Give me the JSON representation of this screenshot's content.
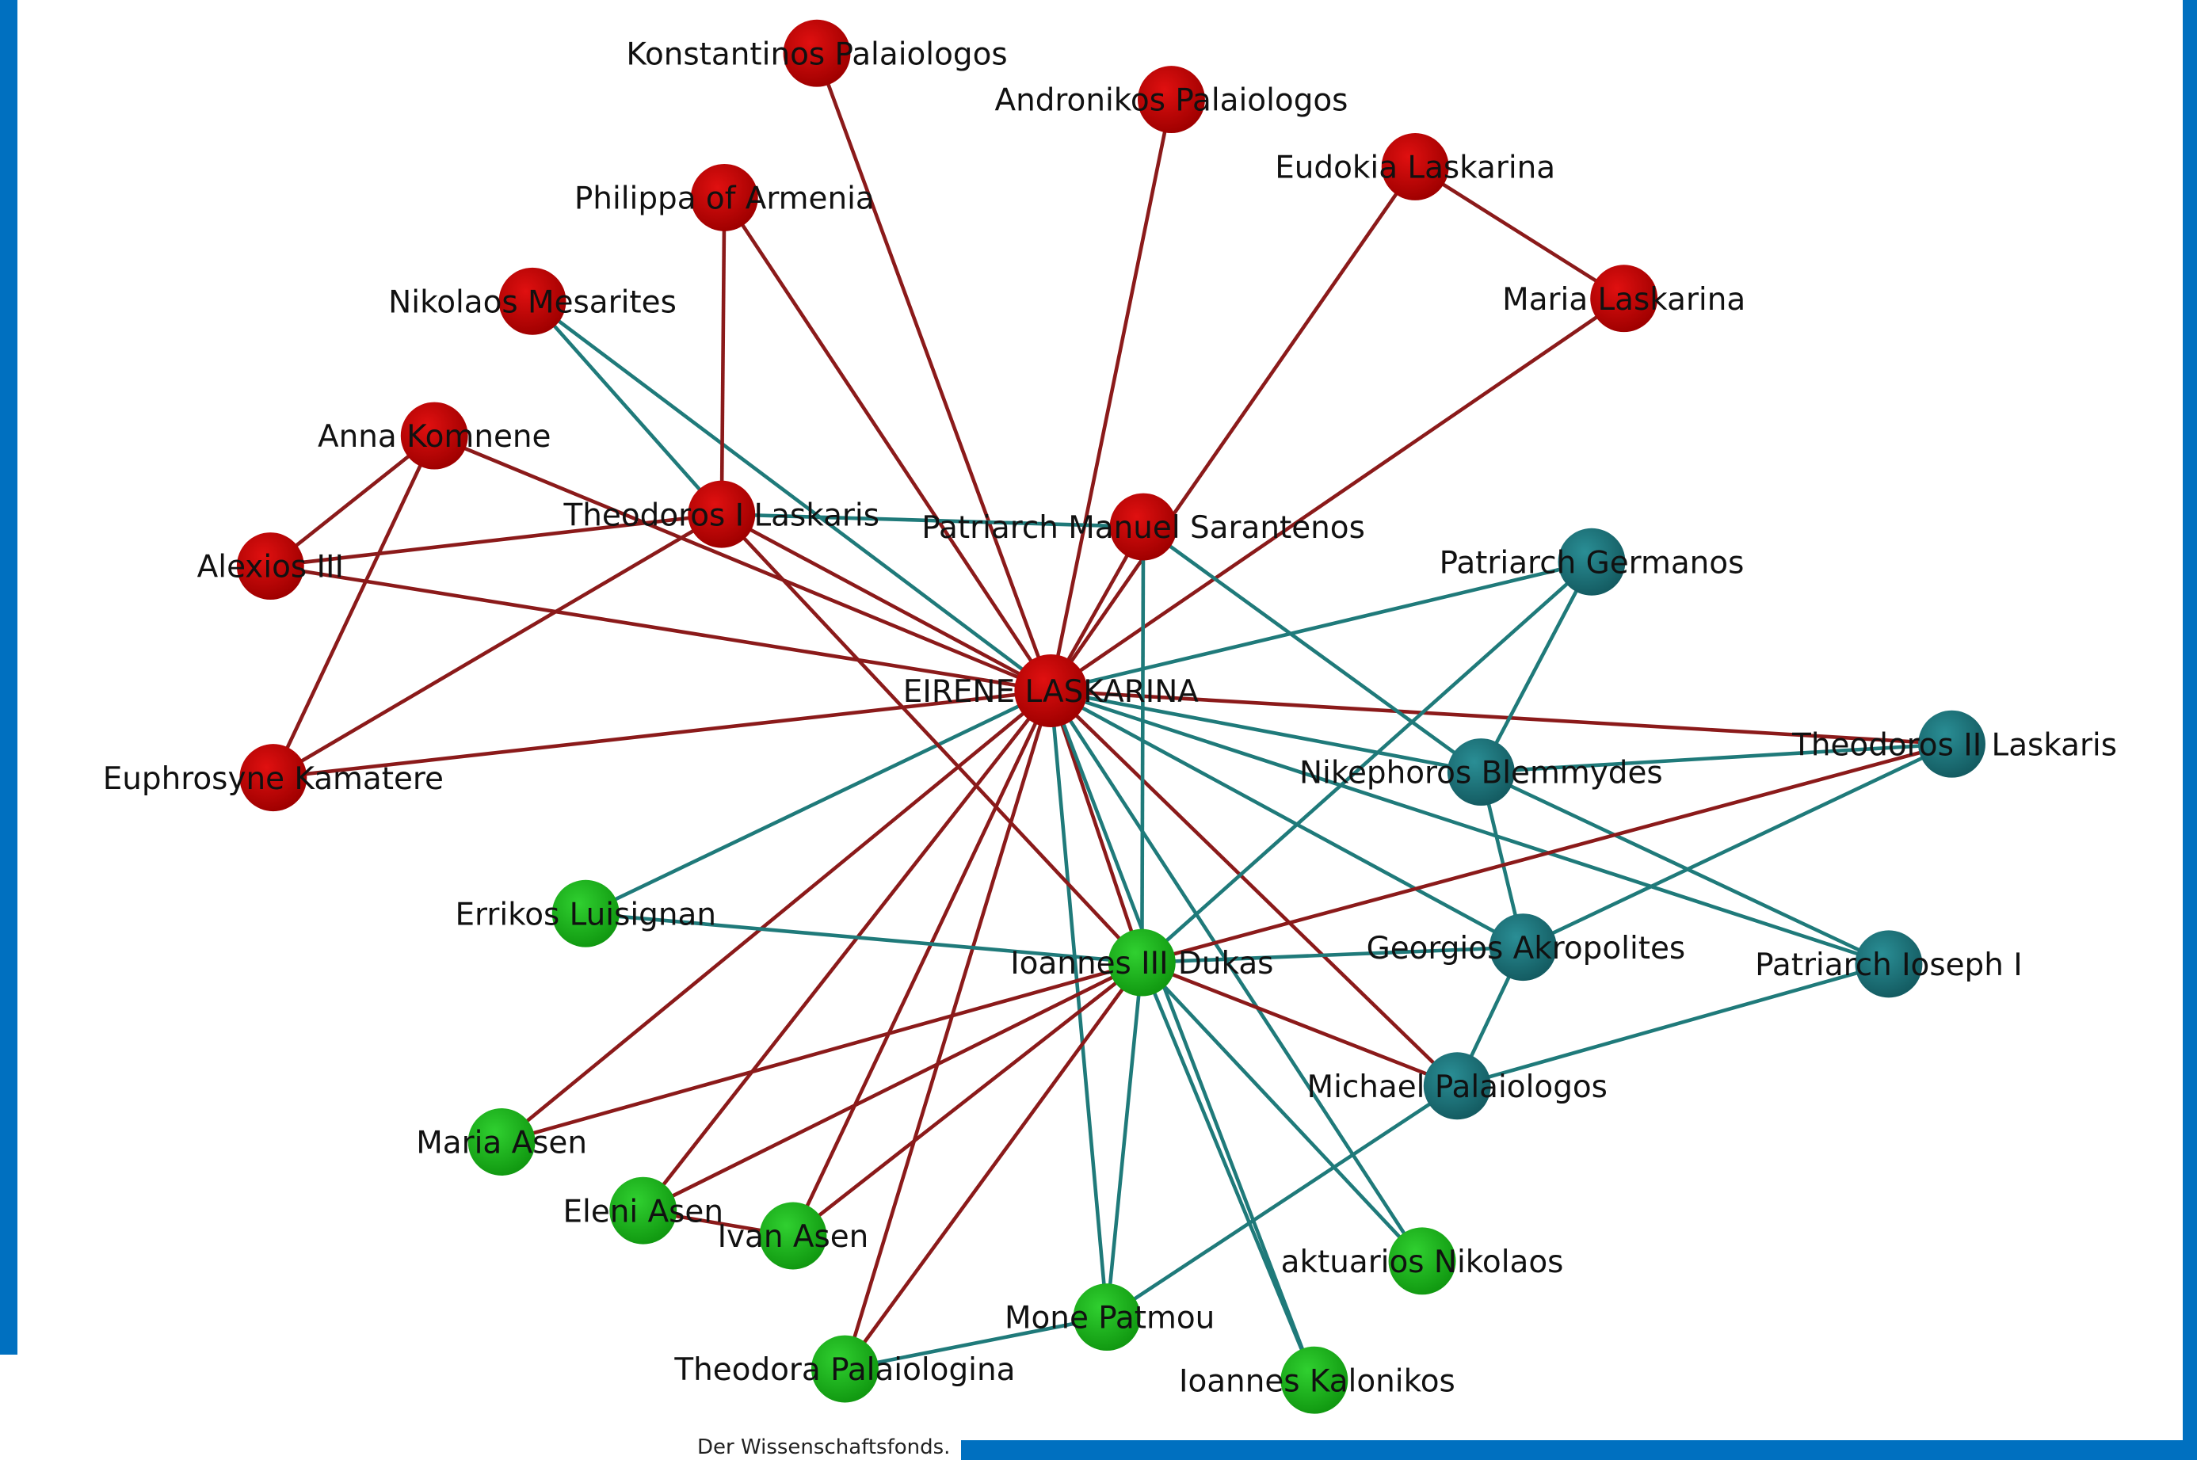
{
  "colors": {
    "red_node": "#cc0000",
    "teal_node": "#1d7a80",
    "green_node": "#22bb22",
    "red_edge": "#8b1a1a",
    "teal_edge": "#1f7a7a",
    "frame": "#0070c0"
  },
  "footer": {
    "text": "Der Wissenschaftsfonds."
  },
  "nodes": [
    {
      "id": "konstantinos",
      "label": "Konstantinos Palaiologos",
      "group": "red"
    },
    {
      "id": "andronikos",
      "label": "Andronikos Palaiologos",
      "group": "red"
    },
    {
      "id": "philippa",
      "label": "Philippa of Armenia",
      "group": "red"
    },
    {
      "id": "eudokia",
      "label": "Eudokia Laskarina",
      "group": "red"
    },
    {
      "id": "nikolaos_m",
      "label": "Nikolaos Mesarites",
      "group": "red"
    },
    {
      "id": "maria_l",
      "label": "Maria Laskarina",
      "group": "red"
    },
    {
      "id": "anna",
      "label": "Anna Komnene",
      "group": "red"
    },
    {
      "id": "theodoros1",
      "label": "Theodoros I Laskaris",
      "group": "red"
    },
    {
      "id": "manuel",
      "label": "Patriarch Manuel Sarantenos",
      "group": "red"
    },
    {
      "id": "alexios",
      "label": "Alexios III",
      "group": "red"
    },
    {
      "id": "eirene",
      "label": "EIRENE LASKARINA",
      "group": "red"
    },
    {
      "id": "euphrosyne",
      "label": "Euphrosyne Kamatere",
      "group": "red"
    },
    {
      "id": "germanos",
      "label": "Patriarch Germanos",
      "group": "teal"
    },
    {
      "id": "theodoros2",
      "label": "Theodoros II Laskaris",
      "group": "teal"
    },
    {
      "id": "nikephoros",
      "label": "Nikephoros Blemmydes",
      "group": "teal"
    },
    {
      "id": "georgios",
      "label": "Georgios Akropolites",
      "group": "teal"
    },
    {
      "id": "ioseph",
      "label": "Patriarch Ioseph I",
      "group": "teal"
    },
    {
      "id": "michael",
      "label": "Michael Palaiologos",
      "group": "teal"
    },
    {
      "id": "errikos",
      "label": "Errikos Luisignan",
      "group": "green"
    },
    {
      "id": "ioannes3",
      "label": "Ioannes III Dukas",
      "group": "green"
    },
    {
      "id": "maria_a",
      "label": "Maria Asen",
      "group": "green"
    },
    {
      "id": "eleni",
      "label": "Eleni Asen",
      "group": "green"
    },
    {
      "id": "ivan",
      "label": "Ivan Asen",
      "group": "green"
    },
    {
      "id": "aktuarios",
      "label": "aktuarios Nikolaos",
      "group": "green"
    },
    {
      "id": "mone",
      "label": "Mone Patmou",
      "group": "green"
    },
    {
      "id": "theodora",
      "label": "Theodora Palaiologina",
      "group": "green"
    },
    {
      "id": "kalonikos",
      "label": "Ioannes Kalonikos",
      "group": "green"
    }
  ],
  "edges": [
    [
      "eirene",
      "konstantinos",
      "red"
    ],
    [
      "eirene",
      "andronikos",
      "red"
    ],
    [
      "eirene",
      "philippa",
      "red"
    ],
    [
      "eirene",
      "eudokia",
      "red"
    ],
    [
      "eirene",
      "maria_l",
      "red"
    ],
    [
      "eirene",
      "anna",
      "red"
    ],
    [
      "eirene",
      "theodoros1",
      "red"
    ],
    [
      "eirene",
      "manuel",
      "red"
    ],
    [
      "eirene",
      "alexios",
      "red"
    ],
    [
      "eirene",
      "euphrosyne",
      "red"
    ],
    [
      "eirene",
      "theodoros2",
      "red"
    ],
    [
      "eirene",
      "maria_a",
      "red"
    ],
    [
      "eirene",
      "eleni",
      "red"
    ],
    [
      "eirene",
      "ivan",
      "red"
    ],
    [
      "eirene",
      "theodora",
      "red"
    ],
    [
      "eirene",
      "michael",
      "red"
    ],
    [
      "eirene",
      "ioannes3",
      "red"
    ],
    [
      "eirene",
      "nikolaos_m",
      "teal"
    ],
    [
      "eirene",
      "germanos",
      "teal"
    ],
    [
      "eirene",
      "nikephoros",
      "teal"
    ],
    [
      "eirene",
      "georgios",
      "teal"
    ],
    [
      "eirene",
      "ioseph",
      "teal"
    ],
    [
      "eirene",
      "errikos",
      "teal"
    ],
    [
      "eirene",
      "mone",
      "teal"
    ],
    [
      "eirene",
      "aktuarios",
      "teal"
    ],
    [
      "eirene",
      "kalonikos",
      "teal"
    ],
    [
      "eudokia",
      "maria_l",
      "red"
    ],
    [
      "philippa",
      "theodoros1",
      "red"
    ],
    [
      "anna",
      "alexios",
      "red"
    ],
    [
      "anna",
      "euphrosyne",
      "red"
    ],
    [
      "alexios",
      "theodoros1",
      "red"
    ],
    [
      "euphrosyne",
      "theodoros1",
      "red"
    ],
    [
      "theodoros1",
      "ioannes3",
      "red"
    ],
    [
      "theodoros1",
      "manuel",
      "teal"
    ],
    [
      "nikolaos_m",
      "theodoros1",
      "teal"
    ],
    [
      "manuel",
      "ioannes3",
      "teal"
    ],
    [
      "manuel",
      "nikephoros",
      "teal"
    ],
    [
      "germanos",
      "ioannes3",
      "teal"
    ],
    [
      "germanos",
      "nikephoros",
      "teal"
    ],
    [
      "nikephoros",
      "georgios",
      "teal"
    ],
    [
      "nikephoros",
      "theodoros2",
      "teal"
    ],
    [
      "nikephoros",
      "ioseph",
      "teal"
    ],
    [
      "theodoros2",
      "ioannes3",
      "red"
    ],
    [
      "theodoros2",
      "georgios",
      "teal"
    ],
    [
      "georgios",
      "michael",
      "teal"
    ],
    [
      "ioannes3",
      "georgios",
      "teal"
    ],
    [
      "ioannes3",
      "michael",
      "red"
    ],
    [
      "michael",
      "ioseph",
      "teal"
    ],
    [
      "michael",
      "mone",
      "teal"
    ],
    [
      "errikos",
      "ioannes3",
      "teal"
    ],
    [
      "ioannes3",
      "maria_a",
      "red"
    ],
    [
      "ioannes3",
      "eleni",
      "red"
    ],
    [
      "ioannes3",
      "ivan",
      "red"
    ],
    [
      "ioannes3",
      "theodora",
      "red"
    ],
    [
      "ioannes3",
      "mone",
      "teal"
    ],
    [
      "ioannes3",
      "kalonikos",
      "teal"
    ],
    [
      "ioannes3",
      "aktuarios",
      "teal"
    ],
    [
      "eleni",
      "ivan",
      "red"
    ],
    [
      "theodora",
      "mone",
      "teal"
    ]
  ]
}
